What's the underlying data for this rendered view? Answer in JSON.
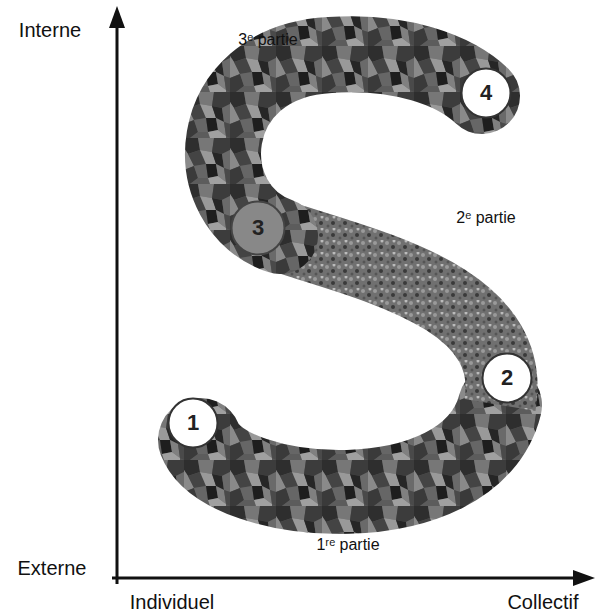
{
  "diagram": {
    "nodes": [
      {
        "text": [
          "1"
        ]
      },
      {
        "text": [
          "2"
        ]
      },
      {
        "text": [
          "3"
        ]
      },
      {
        "text": [
          "4"
        ]
      }
    ],
    "labels": [
      "Interne",
      "Externe",
      "Individuel",
      "Collectif",
      "3ᵉ partie",
      "2ᵉ partie",
      "1ʳᵉ partie"
    ]
  }
}
